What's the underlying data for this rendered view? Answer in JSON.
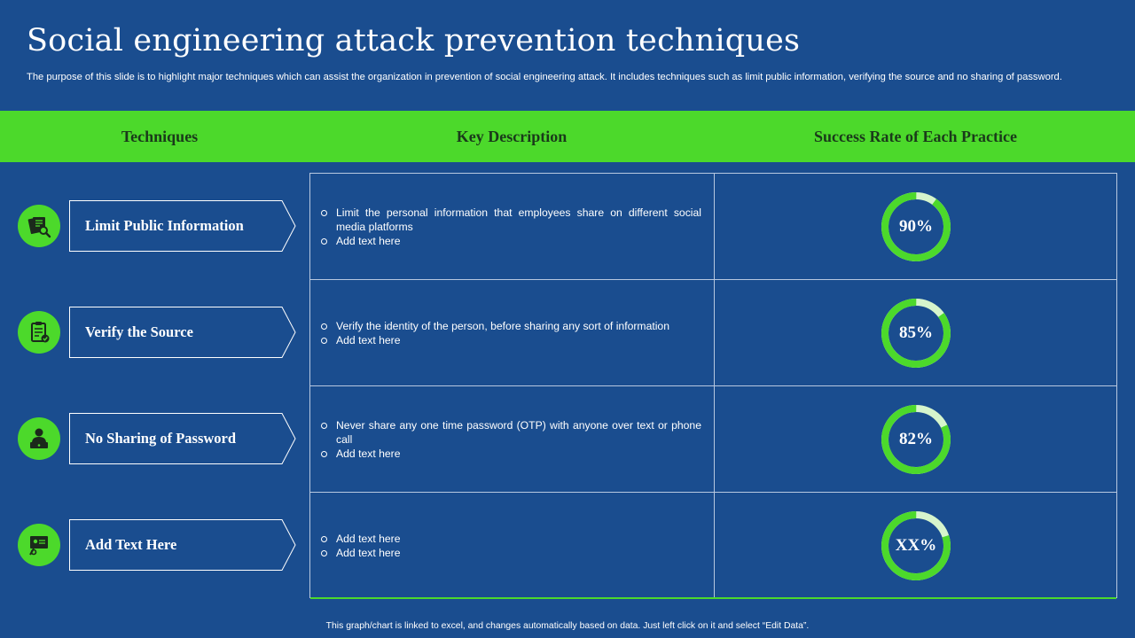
{
  "title": "Social engineering attack prevention techniques",
  "subtitle": "The purpose of this slide is to highlight major techniques which can assist the organization in prevention of social engineering attack. It includes techniques such as limit public information, verifying the source and no sharing of password.",
  "headers": {
    "techniques": "Techniques",
    "description": "Key Description",
    "success": "Success Rate of Each Practice"
  },
  "rows": [
    {
      "technique": "Limit Public Information",
      "icon": "documents-magnifier-icon",
      "bullets": [
        "Limit the personal information that employees share on different social media platforms",
        "Add text here"
      ],
      "rate_label": "90%",
      "rate_value": 0.9
    },
    {
      "technique": "Verify the Source",
      "icon": "clipboard-check-icon",
      "bullets": [
        "Verify the identity of the person, before sharing any sort of information",
        "Add text here"
      ],
      "rate_label": "85%",
      "rate_value": 0.85
    },
    {
      "technique": "No Sharing of Password",
      "icon": "person-at-computer-icon",
      "bullets": [
        "Never share any one time password (OTP) with anyone over text or phone call",
        "Add text here"
      ],
      "rate_label": "82%",
      "rate_value": 0.82
    },
    {
      "technique": "Add Text Here",
      "icon": "presentation-board-icon",
      "bullets": [
        "Add text here",
        "Add text here"
      ],
      "rate_label": "XX%",
      "rate_value": 0.8
    }
  ],
  "footer": "This graph/chart is linked to excel, and changes automatically based on data. Just left click on it and select “Edit Data”.",
  "colors": {
    "background": "#1a4d8f",
    "accent": "#4cd92b",
    "ring_track": "#d6f5cc"
  }
}
